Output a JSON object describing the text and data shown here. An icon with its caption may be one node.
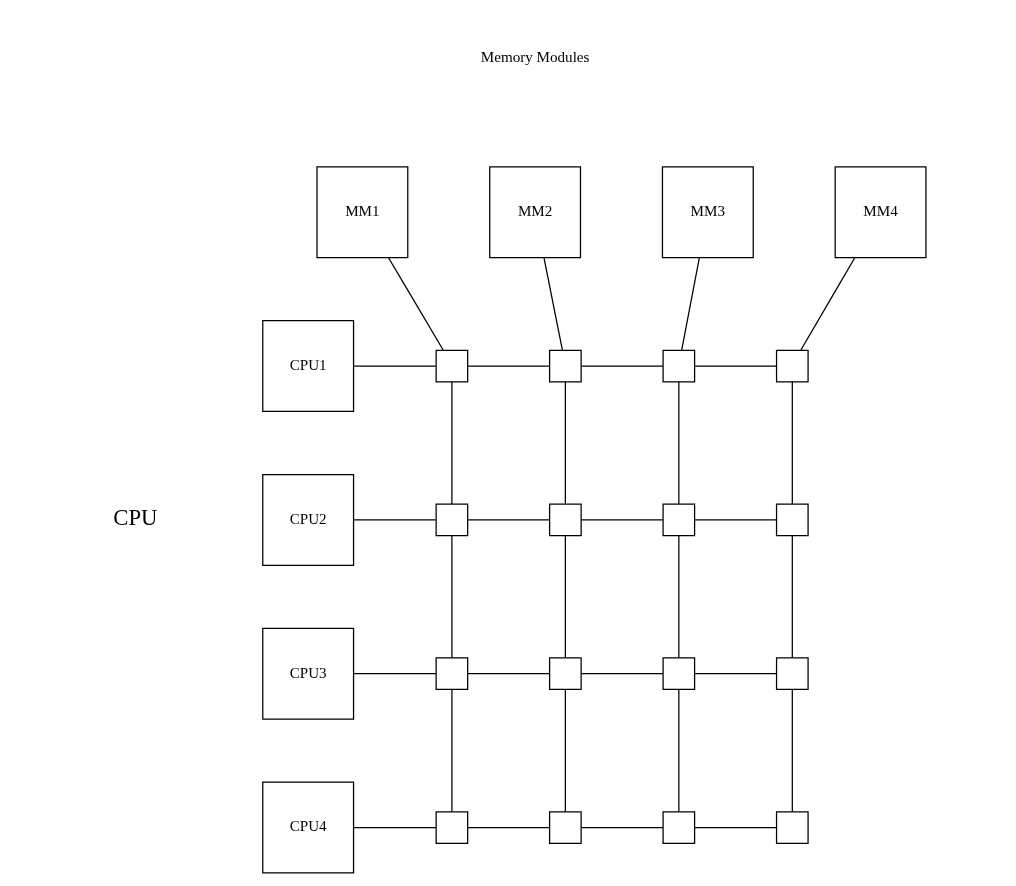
{
  "diagram": {
    "nodes": [
      {
        "text": [
          "MM1"
        ]
      },
      {
        "text": [
          "MM2"
        ]
      },
      {
        "text": [
          "MM3"
        ]
      },
      {
        "text": [
          "MM4"
        ]
      },
      {
        "text": [
          "CPU1"
        ]
      },
      {
        "text": [
          "CPU2"
        ]
      },
      {
        "text": [
          "CPU3"
        ]
      },
      {
        "text": [
          "CPU4"
        ]
      },
      {
        "text": [],
        "shape": "box"
      },
      {
        "text": [],
        "shape": "box"
      },
      {
        "text": [],
        "shape": "box"
      },
      {
        "text": [],
        "shape": "box"
      },
      {
        "text": [],
        "shape": "box"
      },
      {
        "text": [],
        "shape": "box"
      },
      {
        "text": [],
        "shape": "box"
      },
      {
        "text": [],
        "shape": "box"
      },
      {
        "text": [],
        "shape": "box"
      },
      {
        "text": [],
        "shape": "box"
      },
      {
        "text": [],
        "shape": "box"
      },
      {
        "text": [],
        "shape": "box"
      },
      {
        "text": [],
        "shape": "box"
      },
      {
        "text": [],
        "shape": "box"
      },
      {
        "text": [],
        "shape": "box"
      },
      {
        "text": [],
        "shape": "box"
      }
    ],
    "edges": [
      {
        "from": 0,
        "to": 8,
        "arrow": "none"
      },
      {
        "from": 1,
        "to": 9,
        "arrow": "none"
      },
      {
        "from": 2,
        "to": 10,
        "arrow": "none"
      },
      {
        "from": 3,
        "to": 11,
        "arrow": "none"
      },
      {
        "from": 4,
        "to": 8,
        "arrow": "none"
      },
      {
        "from": 8,
        "to": 9,
        "arrow": "none"
      },
      {
        "from": 9,
        "to": 10,
        "arrow": "none"
      },
      {
        "from": 10,
        "to": 11,
        "arrow": "none"
      },
      {
        "from": 5,
        "to": 12,
        "arrow": "none"
      },
      {
        "from": 12,
        "to": 13,
        "arrow": "none"
      },
      {
        "from": 13,
        "to": 14,
        "arrow": "none"
      },
      {
        "from": 14,
        "to": 15,
        "arrow": "none"
      },
      {
        "from": 6,
        "to": 16,
        "arrow": "none"
      },
      {
        "from": 16,
        "to": 17,
        "arrow": "none"
      },
      {
        "from": 17,
        "to": 18,
        "arrow": "none"
      },
      {
        "from": 18,
        "to": 19,
        "arrow": "none"
      },
      {
        "from": 7,
        "to": 20,
        "arrow": "none"
      },
      {
        "from": 20,
        "to": 21,
        "arrow": "none"
      },
      {
        "from": 21,
        "to": 22,
        "arrow": "none"
      },
      {
        "from": 22,
        "to": 23,
        "arrow": "none"
      },
      {
        "from": 8,
        "to": 12,
        "arrow": "none"
      },
      {
        "from": 12,
        "to": 16,
        "arrow": "none"
      },
      {
        "from": 16,
        "to": 20,
        "arrow": "none"
      },
      {
        "from": 9,
        "to": 13,
        "arrow": "none"
      },
      {
        "from": 13,
        "to": 17,
        "arrow": "none"
      },
      {
        "from": 17,
        "to": 21,
        "arrow": "none"
      },
      {
        "from": 10,
        "to": 14,
        "arrow": "none"
      },
      {
        "from": 14,
        "to": 18,
        "arrow": "none"
      },
      {
        "from": 18,
        "to": 22,
        "arrow": "none"
      },
      {
        "from": 11,
        "to": 15,
        "arrow": "none"
      },
      {
        "from": 15,
        "to": 19,
        "arrow": "none"
      },
      {
        "from": 19,
        "to": 23,
        "arrow": "none"
      }
    ],
    "labels": [
      "Memory Modules",
      "CPU"
    ]
  }
}
